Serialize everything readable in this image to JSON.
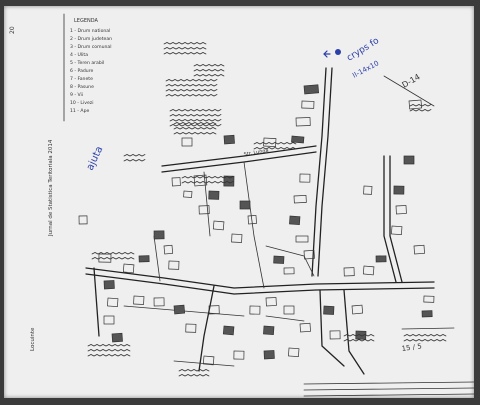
{
  "colors": {
    "background": "#3b3b3b",
    "paper": "#efefef",
    "ink": "#222222",
    "blue_ink": "#2b3fa8"
  },
  "map": {
    "margin_note_vertical": "Jurnal de Statistica Teritoriala 2014",
    "margin_note_left": "Locuinte",
    "legend_title": "LEGENDA",
    "legend_items": [
      "1 - Drum national",
      "2 - Drum judetean",
      "3 - Drum comunal",
      "4 - Ulita",
      "5 - Teren arabil",
      "6 - Padure",
      "7 - Fanete",
      "8 - Pasune",
      "9 - Vii",
      "10 - Livezi",
      "11 - Ape"
    ],
    "blue_note_top": "cryps fo",
    "blue_note_number": "II-14x10",
    "top_right_label": "D-14",
    "blue_note_left": "ajuta",
    "bottom_right_label": "15 / 5",
    "road_label_center": "Str. Lungă"
  }
}
